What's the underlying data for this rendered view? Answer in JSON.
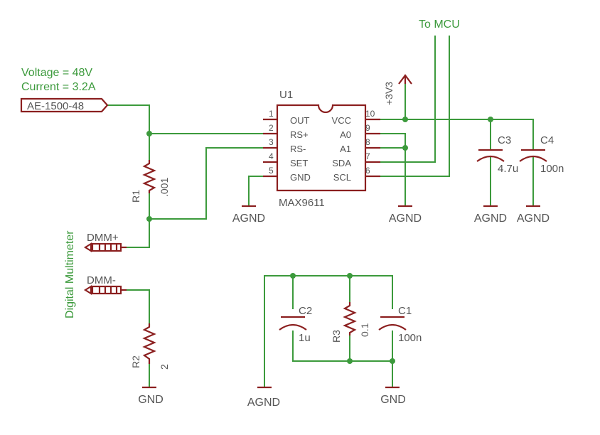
{
  "notes": {
    "voltage": "Voltage = 48V",
    "current": "Current = 3.2A",
    "to_mcu": "To MCU",
    "dmm_title": "Digital Multimeter"
  },
  "source": {
    "label": "AE-1500-48"
  },
  "supply": {
    "label": "+3V3"
  },
  "ic": {
    "name": "U1",
    "part": "MAX9611",
    "pins_left": [
      {
        "num": "1",
        "name": "OUT"
      },
      {
        "num": "2",
        "name": "RS+"
      },
      {
        "num": "3",
        "name": "RS-"
      },
      {
        "num": "4",
        "name": "SET"
      },
      {
        "num": "5",
        "name": "GND"
      }
    ],
    "pins_right": [
      {
        "num": "10",
        "name": "VCC"
      },
      {
        "num": "9",
        "name": "A0"
      },
      {
        "num": "8",
        "name": "A1"
      },
      {
        "num": "7",
        "name": "SDA"
      },
      {
        "num": "6",
        "name": "SCL"
      }
    ]
  },
  "resistors": {
    "r1": {
      "name": "R1",
      "value": ".001"
    },
    "r2": {
      "name": "R2",
      "value": "2"
    },
    "r3": {
      "name": "R3",
      "value": "0.1"
    }
  },
  "capacitors": {
    "c1": {
      "name": "C1",
      "value": "100n"
    },
    "c2": {
      "name": "C2",
      "value": "1u"
    },
    "c3": {
      "name": "C3",
      "value": "4.7u"
    },
    "c4": {
      "name": "C4",
      "value": "100n"
    }
  },
  "connectors": {
    "dmm_plus": "DMM+",
    "dmm_minus": "DMM-"
  },
  "grounds": {
    "agnd": "AGND",
    "gnd": "GND"
  },
  "colors": {
    "wire": "#3c9a3c",
    "component": "#8b1f1f",
    "text": "#555555"
  }
}
